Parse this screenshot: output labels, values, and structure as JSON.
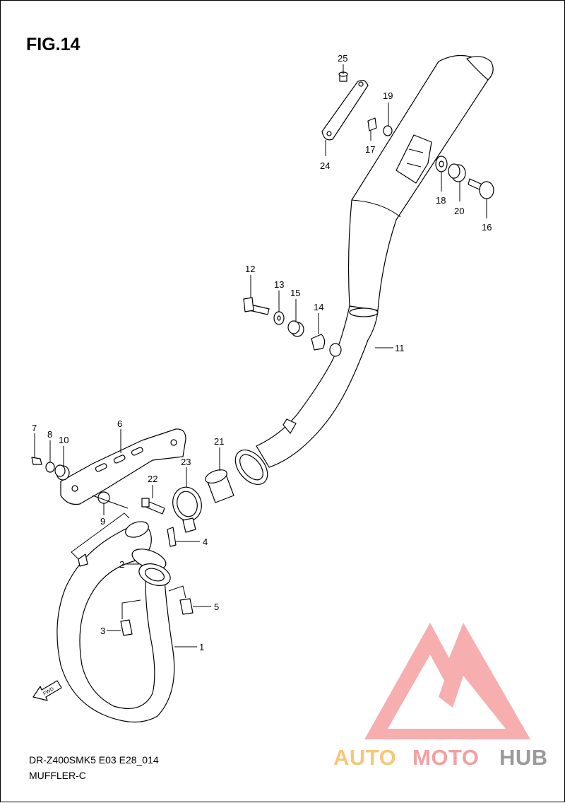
{
  "figure": {
    "title": "FIG.14",
    "model_code": "DR-Z400SMK5 E03 E28_014",
    "name": "MUFFLER-C",
    "fwd_label": "FWD"
  },
  "watermark": {
    "part1": "AUTO",
    "part2": "MOTO",
    "part3": "HUB",
    "colors": {
      "auto": "#f6c878",
      "moto": "#f4a0a0",
      "hub": "#9a9a9a",
      "logo": "#f28b8b"
    }
  },
  "callouts": [
    "1",
    "2",
    "3",
    "4",
    "5",
    "6",
    "7",
    "8",
    "9",
    "10",
    "11",
    "12",
    "13",
    "14",
    "15",
    "16",
    "17",
    "18",
    "19",
    "20",
    "21",
    "22",
    "23",
    "24",
    "25"
  ]
}
